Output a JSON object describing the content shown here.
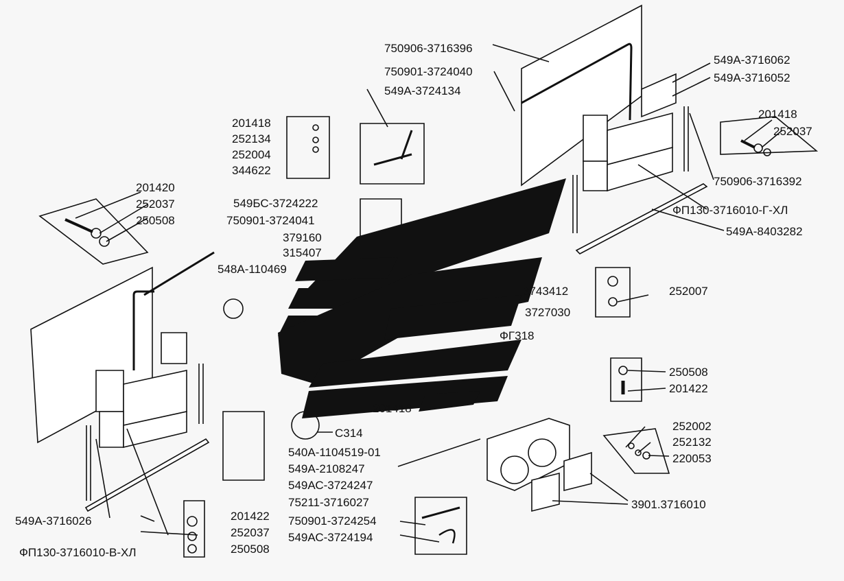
{
  "labels": {
    "l01": "750906-3716396",
    "l02": "750901-3724040",
    "l03": "549А-3724134",
    "l04": "549А-3716062",
    "l05": "549А-3716052",
    "l06": "201418",
    "l07": "252037",
    "l08": "201418",
    "l09": "252134",
    "l10": "252004",
    "l11": "344622",
    "l12": "750906-3716392",
    "l13": "ФП130-3716010-Г-ХЛ",
    "l14": "549А-8403282",
    "l15": "201420",
    "l16": "252037",
    "l17": "250508",
    "l18": "549БС-3724222",
    "l19": "750901-3724041",
    "l20": "379160",
    "l21": "315407",
    "l22": "548А-110469",
    "l23": "252007",
    "l24": "3743412",
    "l25": "3727030",
    "l26": "ФГ318",
    "l27": "250508",
    "l28": "201422",
    "l29": "201418",
    "l30": "С314",
    "l31": "540А-1104519-01",
    "l32": "549А-2108247",
    "l33": "549АС-3724247",
    "l34": "75211-3716027",
    "l35": "750901-3724254",
    "l36": "549АС-3724194",
    "l37": "252002",
    "l38": "252132",
    "l39": "220053",
    "l40": "3901.3716010",
    "l41": "549А-3716026",
    "l42": "ФП130-3716010-В-ХЛ",
    "l43": "201422",
    "l44": "252037",
    "l45": "250508"
  }
}
